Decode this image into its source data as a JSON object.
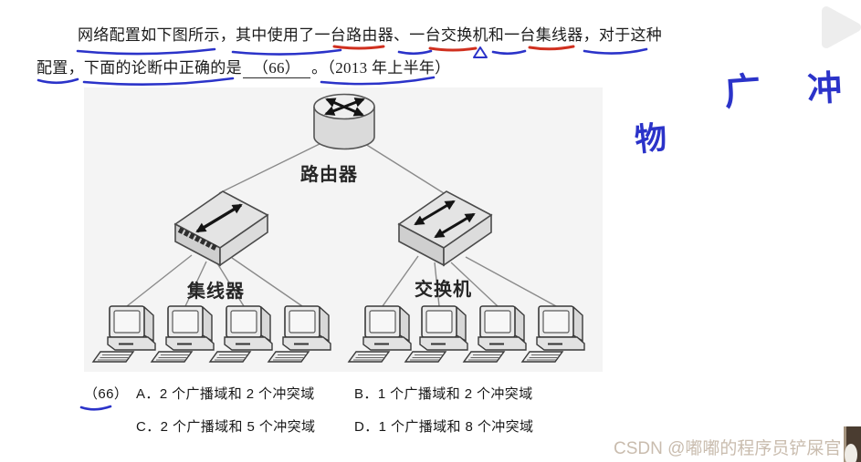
{
  "question": {
    "line1": "网络配置如下图所示，其中使用了一台路由器、一台交换机和一台集线器，对于这种",
    "line2_prefix": "配置，下面的论断中正确的是",
    "blank": "（66）",
    "line2_period": "。",
    "line2_suffix": "（2013 年上半年）"
  },
  "diagram": {
    "router": {
      "label": "路由器"
    },
    "hub": {
      "label": "集线器",
      "connected_pcs": 4
    },
    "switch": {
      "label": "交换机",
      "connected_pcs": 4
    }
  },
  "options": {
    "number": "（66）",
    "items": [
      {
        "key": "A．",
        "text": "2 个广播域和 2 个冲突域"
      },
      {
        "key": "B．",
        "text": "1 个广播域和 2 个冲突域"
      },
      {
        "key": "C．",
        "text": "2 个广播域和 5 个冲突域"
      },
      {
        "key": "D．",
        "text": "1 个广播域和 8 个冲突域"
      }
    ]
  },
  "annotations": {
    "handwritten": [
      {
        "char": "广"
      },
      {
        "char": "冲"
      },
      {
        "char": "物"
      }
    ]
  },
  "watermark": {
    "text": "CSDN @嘟嘟的程序员铲屎官"
  },
  "colors": {
    "pen_blue": "#2b33c9",
    "pen_red": "#d0301f",
    "watermark": "#c9bcae",
    "body_text": "#1b1b1b"
  }
}
